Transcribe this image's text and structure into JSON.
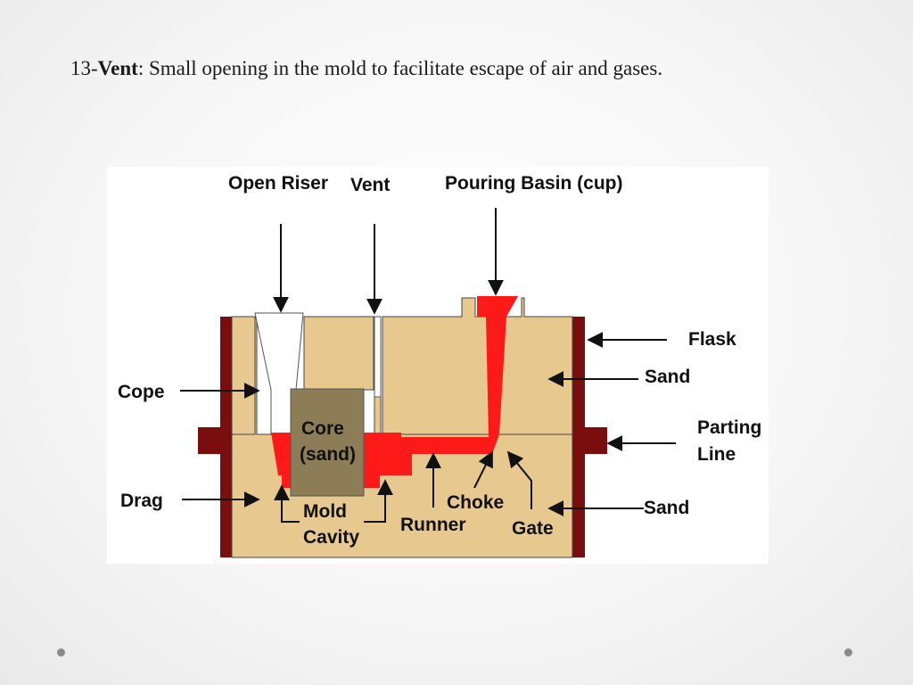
{
  "slide": {
    "title_prefix": "13-",
    "title_term": "Vent",
    "title_definition": ": Small opening in the mold to facilitate escape of air and gases."
  },
  "diagram": {
    "labels": {
      "open_riser": "Open Riser",
      "vent": "Vent",
      "pouring_basin": "Pouring Basin (cup)",
      "flask": "Flask",
      "sand_upper": "Sand",
      "parting_line_1": "Parting",
      "parting_line_2": "Line",
      "sand_lower": "Sand",
      "cope": "Cope",
      "drag": "Drag",
      "core_1": "Core",
      "core_2": "(sand)",
      "mold_cavity_1": "Mold",
      "mold_cavity_2": "Cavity",
      "runner": "Runner",
      "choke": "Choke",
      "gate": "Gate"
    },
    "colors": {
      "sand": "#e7c98f",
      "metal": "#ff1a1a",
      "flask": "#7a0d0d",
      "core": "#8c7d57",
      "outline": "#333333",
      "riser_void": "#ffffff"
    }
  }
}
